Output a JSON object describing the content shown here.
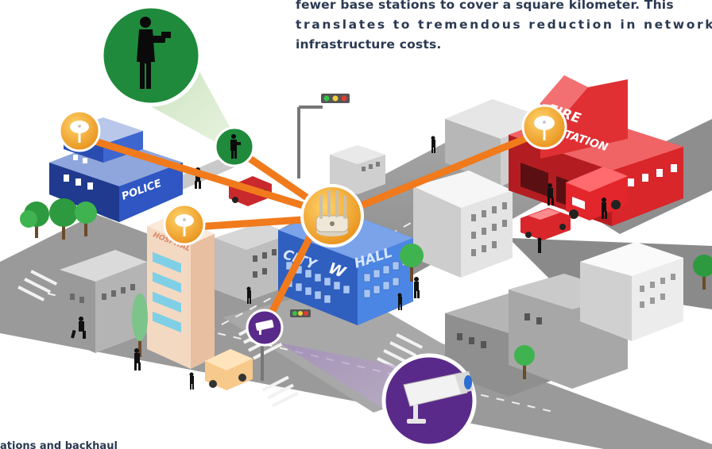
{
  "caption": {
    "line1": "fewer base stations to cover a square kilometer. This",
    "line2": "translates to tremendous reduction in network",
    "line3": "infrastructure costs."
  },
  "footer_text": "ations and backhaul",
  "buildings": {
    "police": "POLICE",
    "fire_line1": "FIRE",
    "fire_line2": "STATION",
    "city_hall_left": "CITY",
    "city_hall_mid": "W",
    "city_hall_right": "HALL",
    "hospital": "HOSPITAL"
  },
  "colors": {
    "link": "#f07a1c",
    "access_point": "#f5a623",
    "mobile_user_bubble": "#1f8a3c",
    "camera_bubble": "#5a2a8a",
    "police": "#2a4cb0",
    "fire": "#d8262a",
    "city_hall": "#3a6fd0",
    "road": "#8c8c8c"
  },
  "icons": [
    "mobile-user-icon",
    "security-camera-icon",
    "wireless-access-point-icon",
    "base-station-router-icon"
  ]
}
